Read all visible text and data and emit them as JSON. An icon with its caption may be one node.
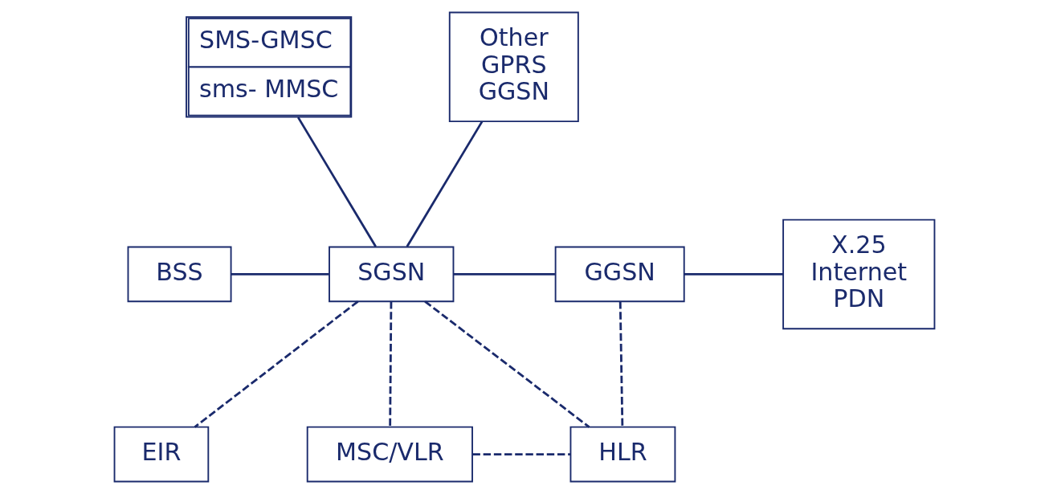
{
  "diagram": {
    "nodes": [
      {
        "text": [
          "SMS-GMSC",
          "sms- MMSC"
        ]
      },
      {
        "text": [
          "Other GPRS GGSN"
        ]
      },
      {
        "text": [
          "BSS"
        ]
      },
      {
        "text": [
          "SGSN"
        ]
      },
      {
        "text": [
          "GGSN"
        ]
      },
      {
        "text": [
          "X.25 Internet PDN"
        ]
      },
      {
        "text": [
          "EIR"
        ]
      },
      {
        "text": [
          "MSC/VLR"
        ]
      },
      {
        "text": [
          "HLR"
        ]
      }
    ],
    "edges": [
      {
        "from": 0,
        "to": 3,
        "arrow": "none"
      },
      {
        "from": 3,
        "to": 1,
        "arrow": "none"
      },
      {
        "from": 2,
        "to": 3,
        "arrow": "none"
      },
      {
        "from": 3,
        "to": 4,
        "arrow": "none"
      },
      {
        "from": 4,
        "to": 5,
        "arrow": "none"
      },
      {
        "from": 3,
        "to": 6,
        "arrow": "none",
        "style": "dashed"
      },
      {
        "from": 3,
        "to": 7,
        "arrow": "none",
        "style": "dashed"
      },
      {
        "from": 3,
        "to": 8,
        "arrow": "none",
        "style": "dashed"
      },
      {
        "from": 4,
        "to": 8,
        "arrow": "none",
        "style": "dashed"
      },
      {
        "from": 7,
        "to": 8,
        "arrow": "none",
        "style": "dashed"
      }
    ]
  }
}
